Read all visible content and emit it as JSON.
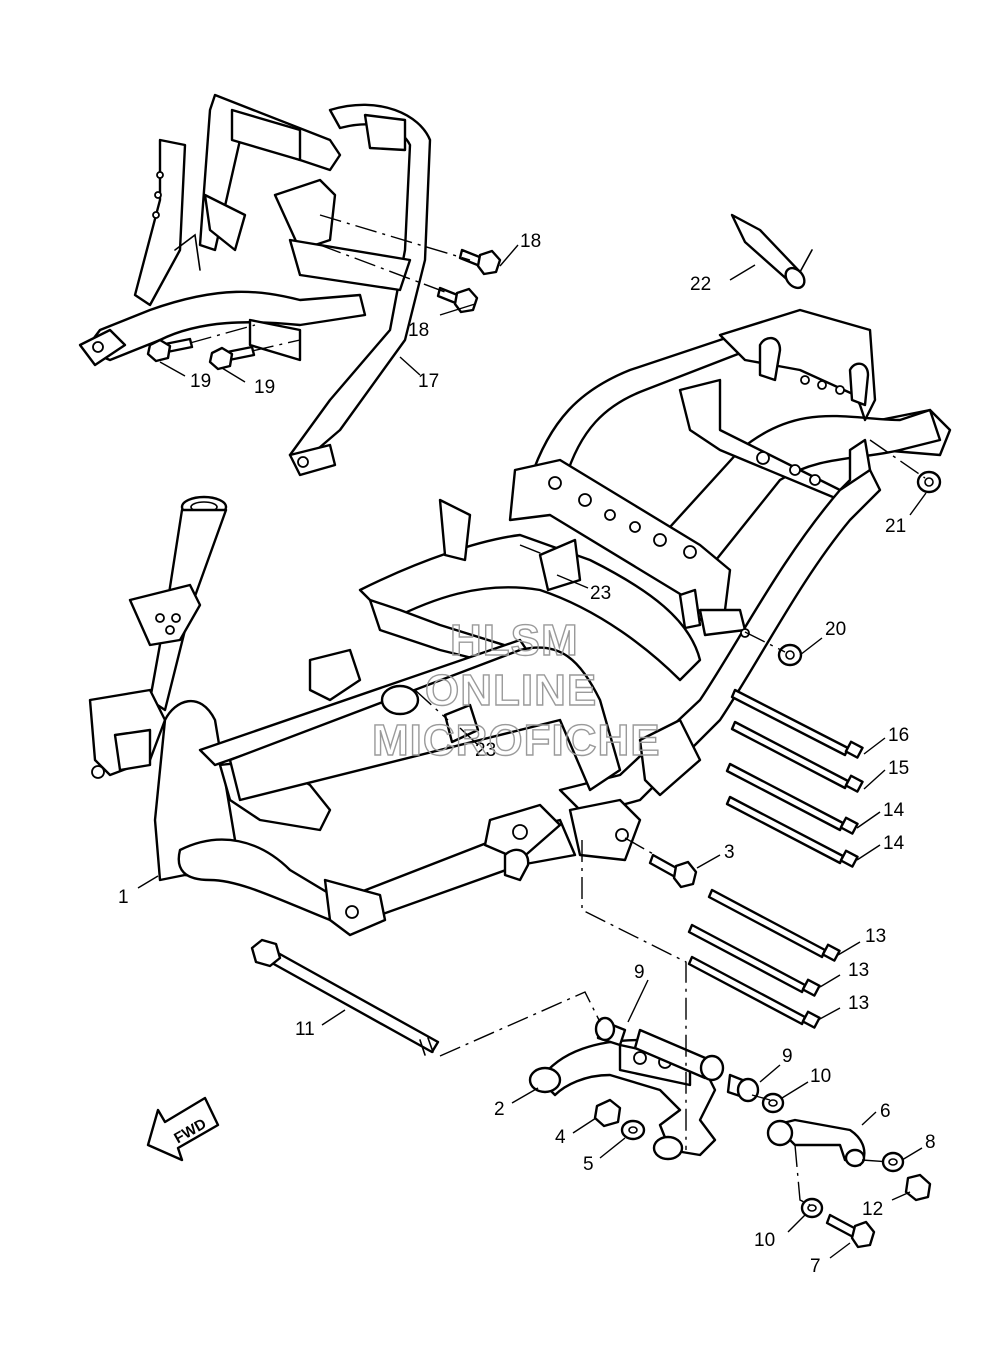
{
  "watermark": {
    "line1": "HLSM",
    "line2": "ONLINE",
    "line3": "MICROFICHE"
  },
  "fwd_label": "FWD",
  "callouts": {
    "c1": "1",
    "c2": "2",
    "c3": "3",
    "c4": "4",
    "c5": "5",
    "c6": "6",
    "c7": "7",
    "c8": "8",
    "c9a": "9",
    "c9b": "9",
    "c10a": "10",
    "c10b": "10",
    "c11": "11",
    "c12": "12",
    "c13a": "13",
    "c13b": "13",
    "c13c": "13",
    "c14a": "14",
    "c14b": "14",
    "c15": "15",
    "c16": "16",
    "c17": "17",
    "c18a": "18",
    "c18b": "18",
    "c19a": "19",
    "c19b": "19",
    "c20": "20",
    "c21": "21",
    "c22": "22",
    "c23a": "23",
    "c23b": "23"
  }
}
